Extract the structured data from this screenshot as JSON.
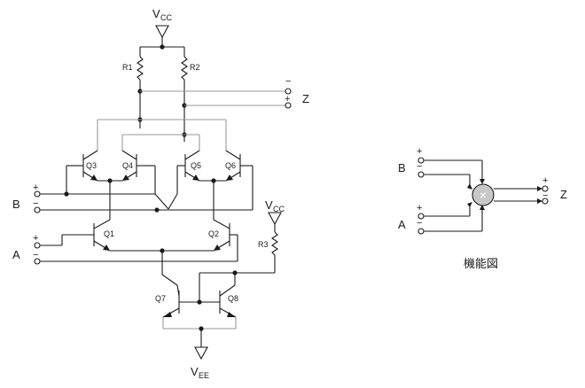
{
  "supplies": {
    "vcc_top": {
      "main": "V",
      "sub": "CC"
    },
    "vcc_right": {
      "main": "V",
      "sub": "CC"
    },
    "vee": {
      "main": "V",
      "sub": "EE"
    }
  },
  "resistors": {
    "r1": "R1",
    "r2": "R2",
    "r3": "R3"
  },
  "transistors": {
    "q1": "Q1",
    "q2": "Q2",
    "q3": "Q3",
    "q4": "Q4",
    "q5": "Q5",
    "q6": "Q6",
    "q7": "Q7",
    "q8": "Q8"
  },
  "inputs": {
    "a": "A",
    "b": "B",
    "plus": "+",
    "minus": "−"
  },
  "output": {
    "z": "Z",
    "plus": "+",
    "minus": "−"
  },
  "function_diagram": {
    "title": "機能図",
    "a": "A",
    "b": "B",
    "z": "Z",
    "plus": "+",
    "minus": "−",
    "multiplier_symbol": "×",
    "multiplier_color": "#c8c8c8"
  }
}
